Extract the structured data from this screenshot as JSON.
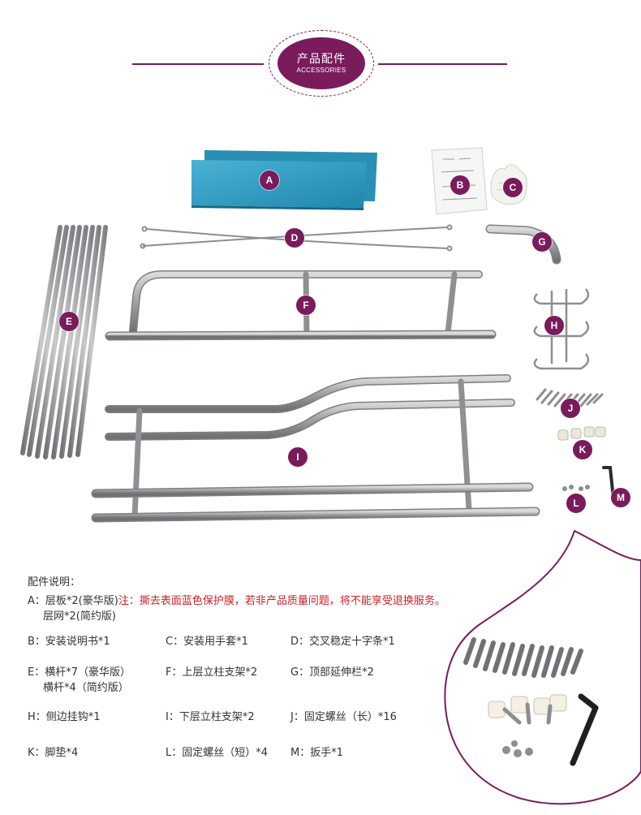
{
  "header": {
    "title": "产品配件",
    "subtitle": "ACCESSORIES"
  },
  "markers": {
    "a": "A",
    "b": "B",
    "c": "C",
    "d": "D",
    "e": "E",
    "f": "F",
    "g": "G",
    "h": "H",
    "i": "I",
    "j": "J",
    "k": "K",
    "l": "L",
    "m": "M"
  },
  "description": {
    "heading": "配件说明：",
    "a_line1": "A：层板*2(豪华版)",
    "a_note": "注：撕去表面蓝色保护膜，若非产品质量问题，将不能享受退换服务。",
    "a_line2": "层网*2(简约版)",
    "b": "B：安装说明书*1",
    "c": "C：安装用手套*1",
    "d": "D：交叉稳定十字条*1",
    "e_line1": "E：横杆*7（豪华版）",
    "e_line2": "横杆*4（简约版）",
    "f": "F：上层立柱支架*2",
    "g": "G：顶部延伸栏*2",
    "h": "H：侧边挂钩*1",
    "i": "I：下层立柱支架*2",
    "j": "J：固定螺丝（长）*16",
    "k": "K：脚垫*4",
    "l": "L：固定螺丝（短）*4",
    "m": "M：扳手*1"
  },
  "colors": {
    "accent": "#7a1b5c",
    "note_red": "#cc1f28",
    "panel_blue": "#2f9fc4",
    "steel": "#a7a9ac"
  }
}
